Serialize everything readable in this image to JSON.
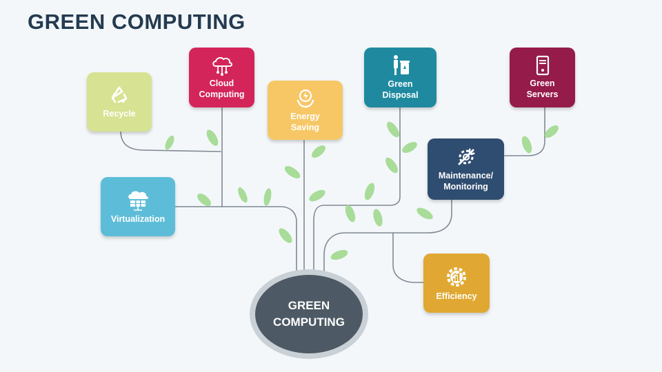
{
  "title": "GREEN COMPUTING",
  "center": {
    "label": "GREEN\nCOMPUTING"
  },
  "nodes": {
    "recycle": {
      "label": "Recycle",
      "color": "#d7e292",
      "icon": "recycle-icon"
    },
    "cloud": {
      "label": "Cloud\nComputing",
      "color": "#d4255a",
      "icon": "cloud-network-icon"
    },
    "energy": {
      "label": "Energy\nSaving",
      "color": "#f7c766",
      "icon": "energy-hand-icon"
    },
    "disposal": {
      "label": "Green\nDisposal",
      "color": "#1f8a9f",
      "icon": "trash-disposal-icon"
    },
    "servers": {
      "label": "Green\nServers",
      "color": "#951b4a",
      "icon": "server-icon"
    },
    "maintenance": {
      "label": "Maintenance/\nMonitoring",
      "color": "#2f4d70",
      "icon": "wrench-gear-icon"
    },
    "virtualization": {
      "label": "Virtualization",
      "color": "#5dbdd8",
      "icon": "cloud-server-icon"
    },
    "efficiency": {
      "label": "Efficiency",
      "color": "#e0a832",
      "icon": "gear-chart-icon"
    }
  },
  "colors": {
    "branch": "#808891",
    "leaf": "#a8dc98",
    "title": "#243a4f"
  }
}
